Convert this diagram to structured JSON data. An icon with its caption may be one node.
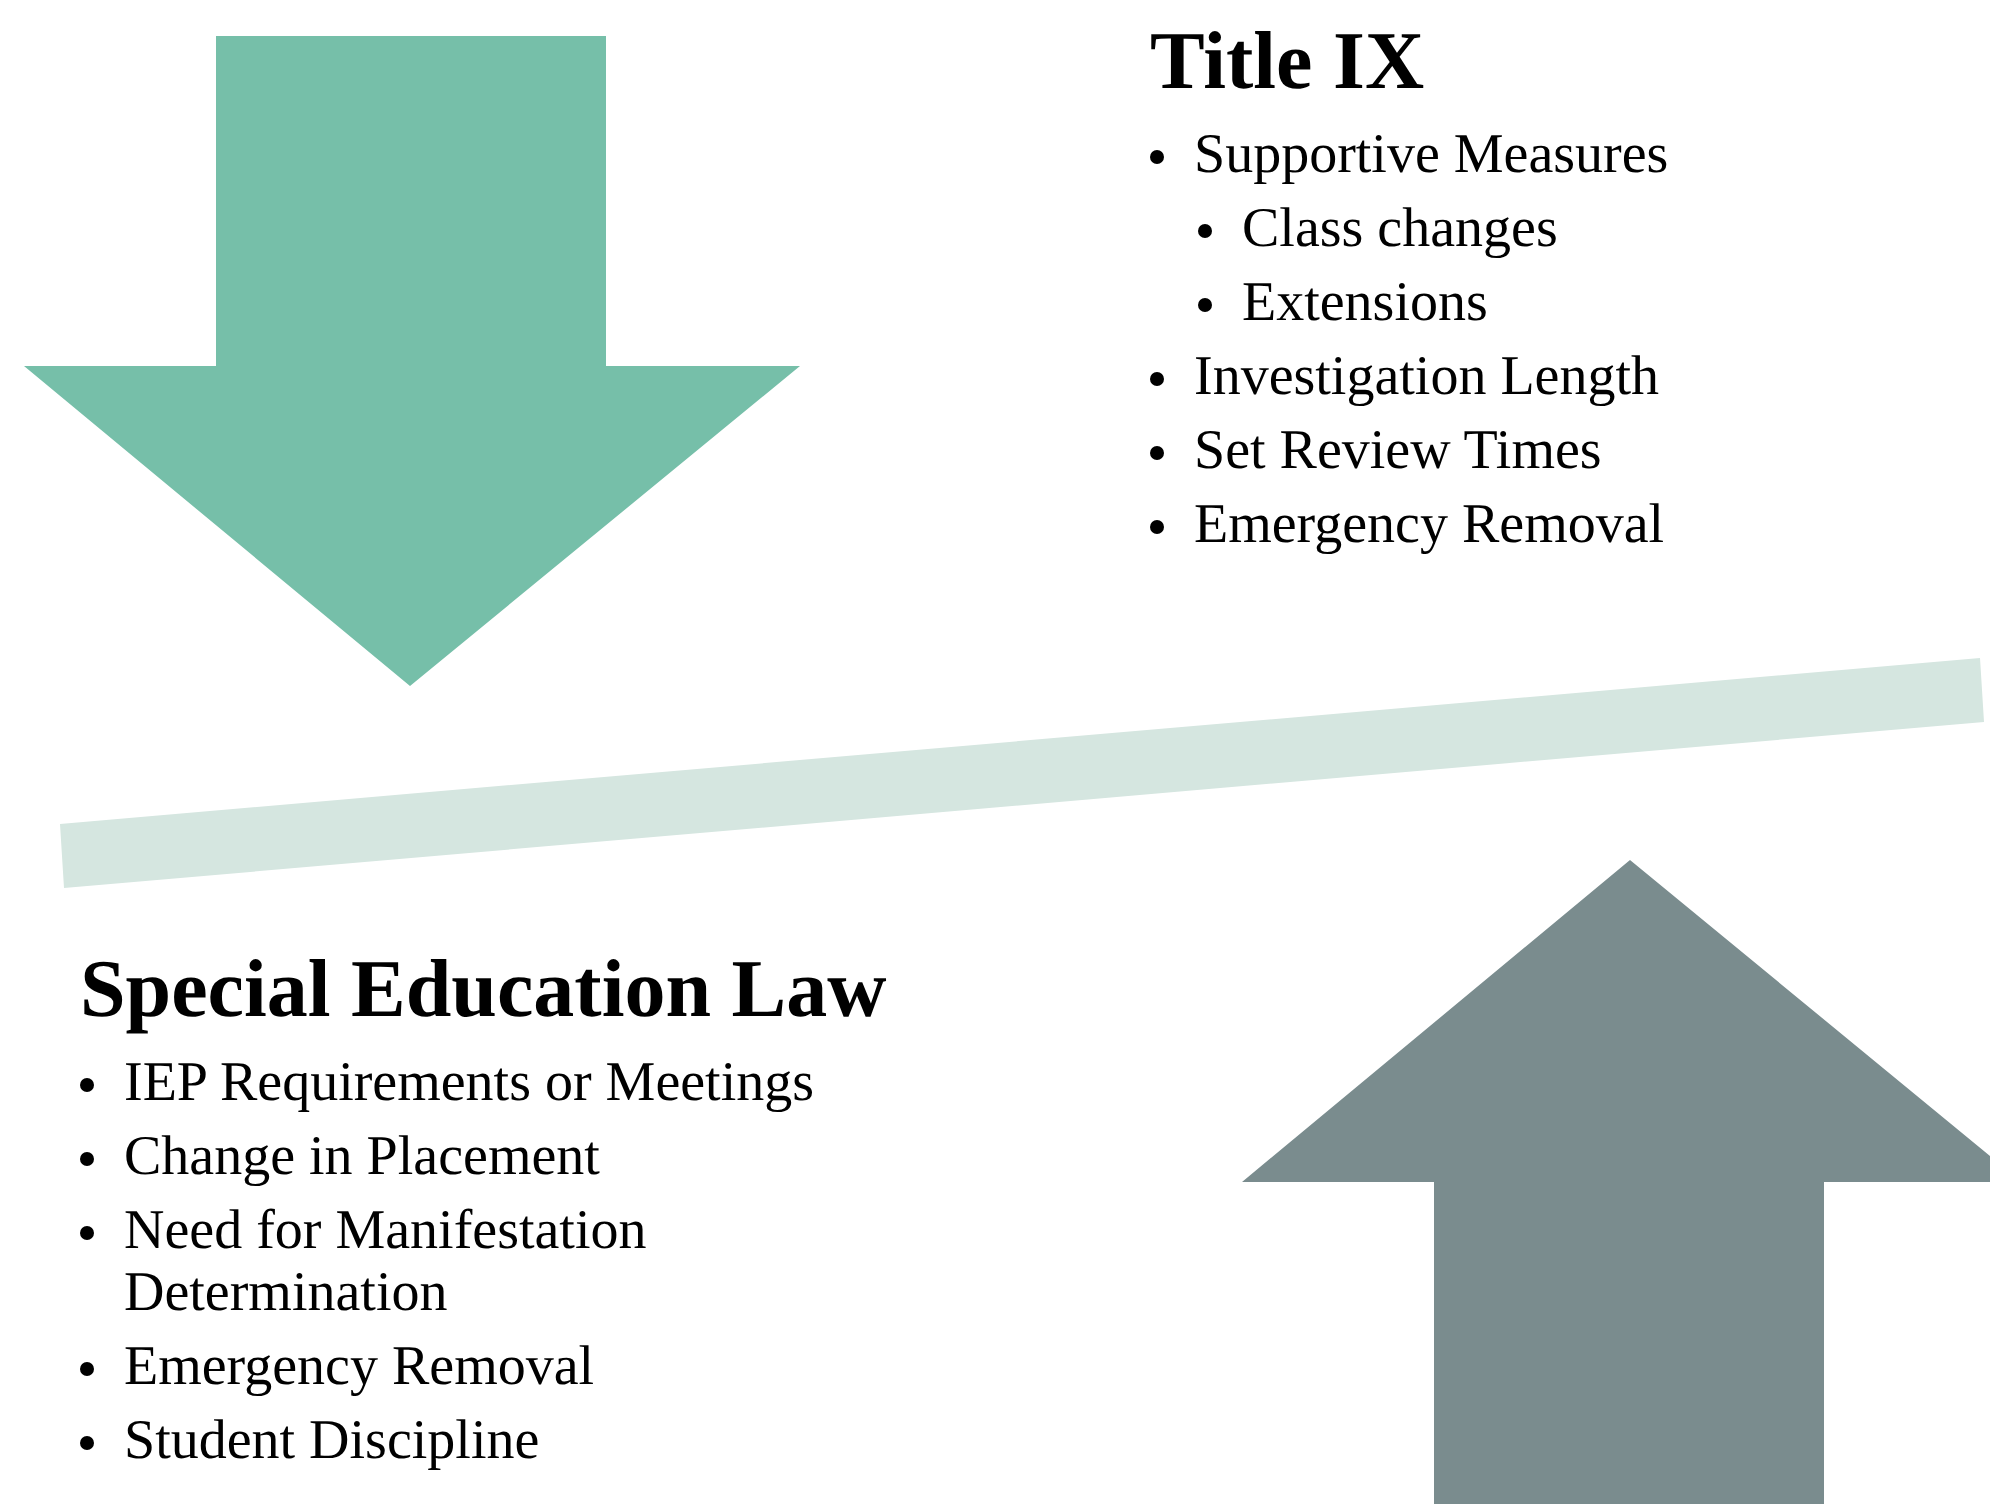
{
  "diagram": {
    "labels": [
      "Title IX",
      "Supportive Measures",
      "Class changes",
      "Extensions",
      "Investigation Length",
      "Set Review Times",
      "Emergency Removal",
      "Special Education Law",
      "IEP Requirements or Meetings",
      "Change in Placement",
      "Need for Manifestation Determination",
      "Emergency Removal",
      "Student Discipline"
    ]
  }
}
